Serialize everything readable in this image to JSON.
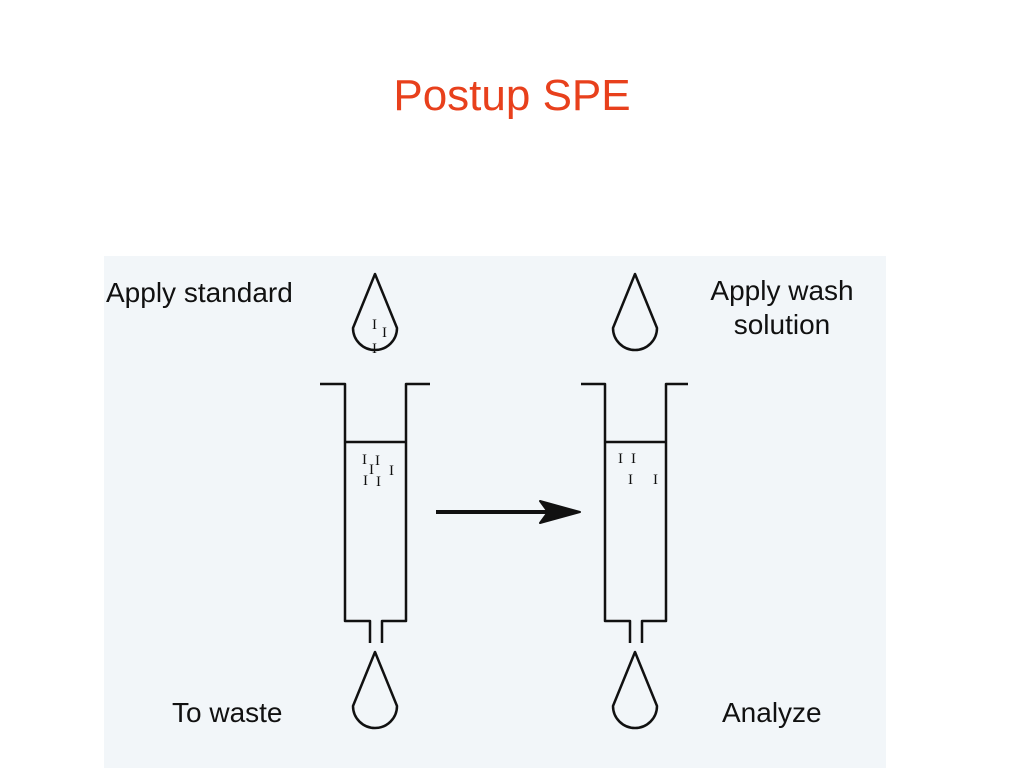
{
  "slide": {
    "title": "Postup SPE",
    "title_color": "#e8401c"
  },
  "diagram": {
    "labels": {
      "apply_standard": "Apply standard",
      "apply_wash_line1": "Apply wash",
      "apply_wash_line2": "solution",
      "to_waste": "To waste",
      "analyze": "Analyze"
    },
    "analyte_marker": "I",
    "line_color": "#111111",
    "figure_background": "#f2f6f9"
  }
}
